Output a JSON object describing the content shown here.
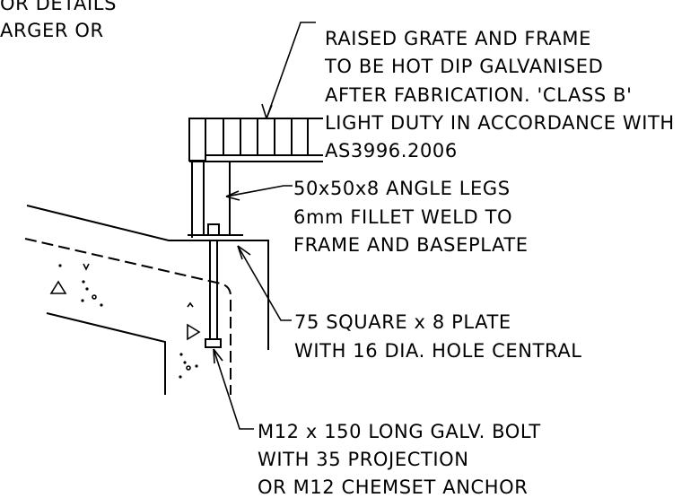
{
  "notes": {
    "top_left_partial": [
      "OR DETAILS",
      "ARGER OR"
    ],
    "grate": [
      "RAISED GRATE AND FRAME",
      "TO BE HOT DIP GALVANISED",
      "AFTER FABRICATION. 'CLASS B'",
      "LIGHT DUTY IN ACCORDANCE WITH",
      "AS3996.2006"
    ],
    "angle_legs": [
      "50x50x8 ANGLE LEGS",
      "6mm FILLET WELD TO",
      "FRAME AND BASEPLATE"
    ],
    "plate": [
      "75 SQUARE x 8 PLATE",
      "WITH 16 DIA. HOLE CENTRAL"
    ],
    "bolt": [
      "M12 x 150 LONG GALV. BOLT",
      "WITH 35 PROJECTION",
      "OR M12 CHEMSET ANCHOR"
    ]
  },
  "colors": {
    "line": "#000000",
    "background": "#ffffff"
  }
}
